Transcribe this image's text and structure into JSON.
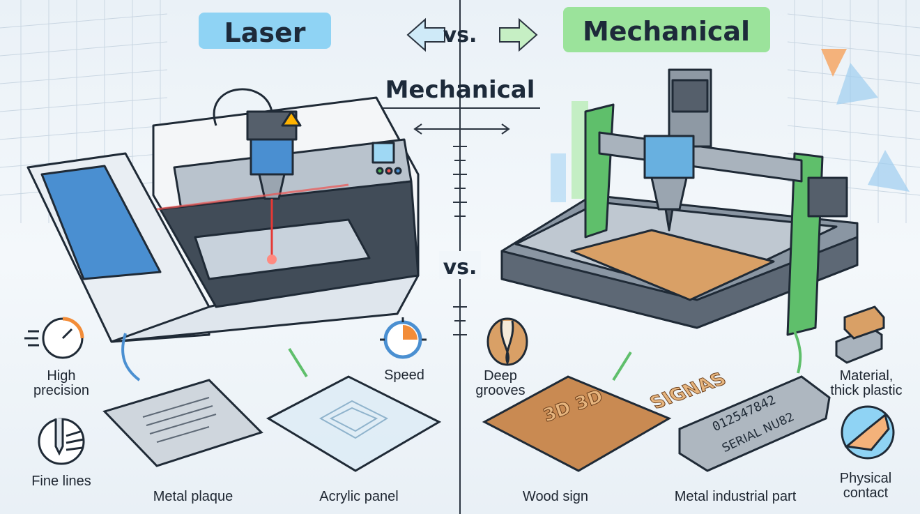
{
  "header": {
    "left_title": "Laser",
    "connector": "vs.",
    "right_title": "Mechanical",
    "subtitle": "Mechanical",
    "center_vs": "vs."
  },
  "laser": {
    "features": [
      "High precision",
      "Fine lines",
      "Speed"
    ],
    "products": [
      "Metal plaque",
      "Acrylic panel"
    ]
  },
  "mechanical": {
    "features": [
      "Deep grooves",
      "Material, thick plastic",
      "Physical contact"
    ],
    "products": [
      "Wood sign",
      "Metal industrial part"
    ],
    "wood_sign_text": [
      "3D 3D",
      "SIGNAS"
    ],
    "part_text": [
      "012547842",
      "SERIAL NU82"
    ]
  },
  "colors": {
    "laser_accent": "#8fd3f4",
    "mechanical_accent": "#9be39b",
    "laser_beam": "#e53935",
    "center_line": "#2b3440"
  }
}
